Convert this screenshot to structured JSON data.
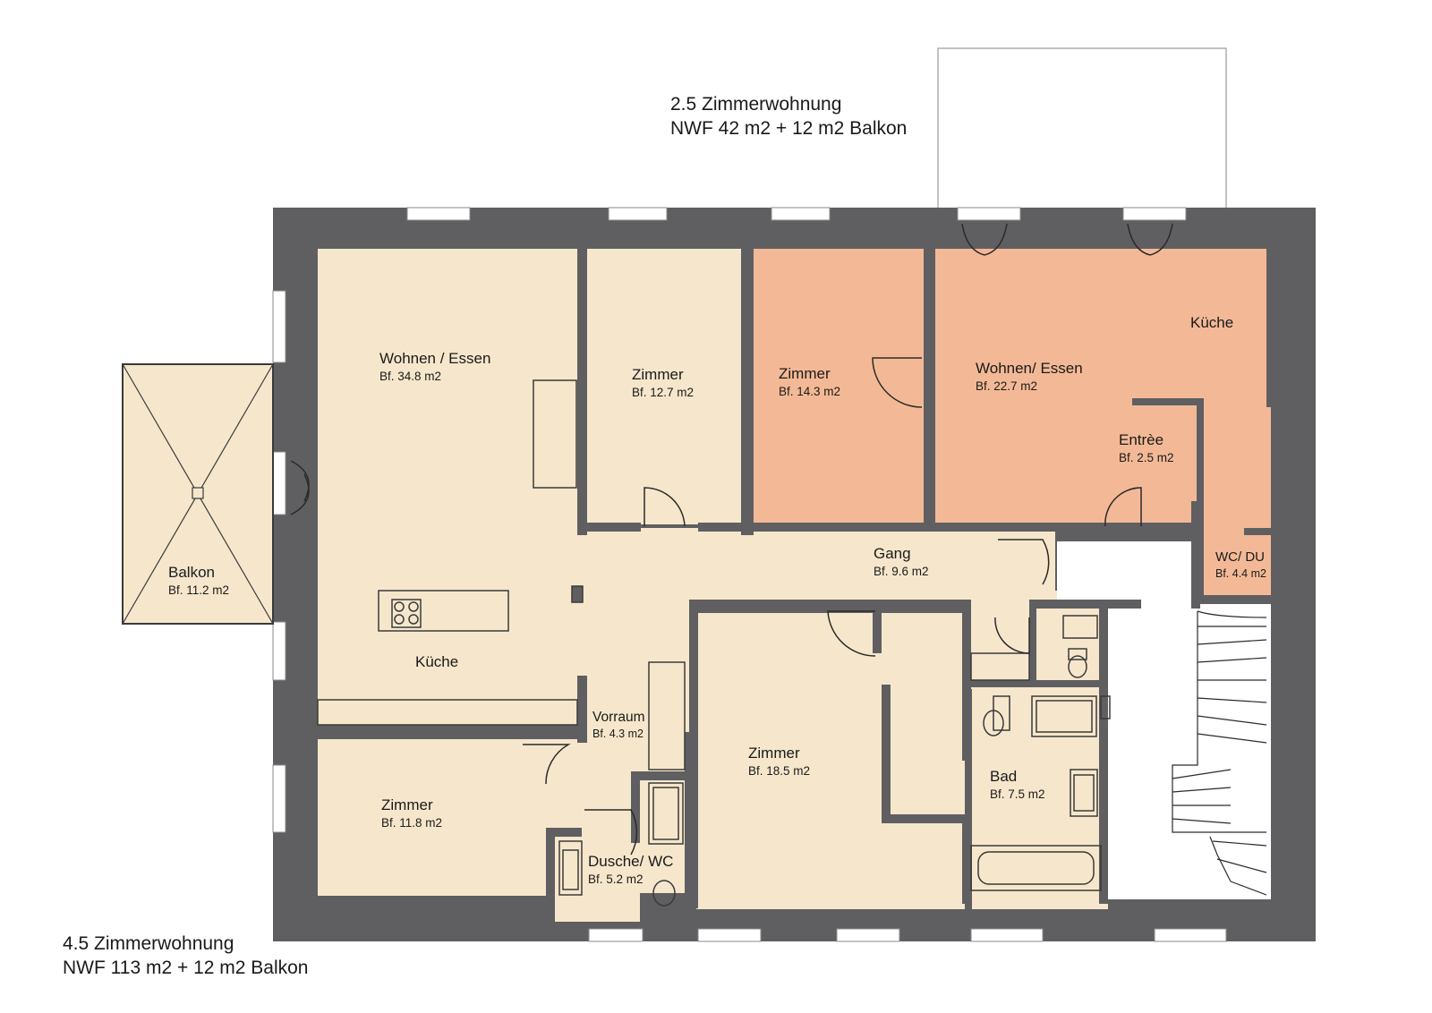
{
  "colors": {
    "wall": "#5f5f61",
    "unit_large": "#f6e7cc",
    "unit_small": "#f3b996",
    "stair": "#ffffff",
    "fixture_line": "#3a3a3a",
    "text": "#1a1a1a"
  },
  "units": {
    "small": {
      "title": "2.5 Zimmerwohnung",
      "area": "NWF 42 m2 + 12 m2 Balkon"
    },
    "large": {
      "title": "4.5 Zimmerwohnung",
      "area": "NWF 113 m2 + 12 m2 Balkon"
    }
  },
  "rooms": [
    {
      "id": "wohnen-essen-large",
      "name": "Wohnen / Essen",
      "area": "Bf. 34.8 m2",
      "unit": "large"
    },
    {
      "id": "zimmer-a",
      "name": "Zimmer",
      "area": "Bf. 12.7 m2",
      "unit": "large"
    },
    {
      "id": "zimmer-b",
      "name": "Zimmer",
      "area": "Bf. 14.3 m2",
      "unit": "small"
    },
    {
      "id": "wohnen-essen-small",
      "name": "Wohnen/ Essen",
      "area": "Bf. 22.7 m2",
      "unit": "small"
    },
    {
      "id": "kueche-small",
      "name": "Küche",
      "area": "",
      "unit": "small"
    },
    {
      "id": "entree",
      "name": "Entrèe",
      "area": "Bf. 2.5 m2",
      "unit": "small"
    },
    {
      "id": "wc-du",
      "name": "WC/ DU",
      "area": "Bf. 4.4 m2",
      "unit": "small"
    },
    {
      "id": "balkon",
      "name": "Balkon",
      "area": "Bf. 11.2 m2",
      "unit": "large"
    },
    {
      "id": "gang",
      "name": "Gang",
      "area": "Bf. 9.6 m2",
      "unit": "large"
    },
    {
      "id": "kueche-large",
      "name": "Küche",
      "area": "",
      "unit": "large"
    },
    {
      "id": "vorraum",
      "name": "Vorraum",
      "area": "Bf. 4.3 m2",
      "unit": "large"
    },
    {
      "id": "zimmer-c",
      "name": "Zimmer",
      "area": "Bf. 18.5 m2",
      "unit": "large"
    },
    {
      "id": "bad",
      "name": "Bad",
      "area": "Bf. 7.5 m2",
      "unit": "large"
    },
    {
      "id": "zimmer-d",
      "name": "Zimmer",
      "area": "Bf. 11.8 m2",
      "unit": "large"
    },
    {
      "id": "dusche-wc",
      "name": "Dusche/ WC",
      "area": "Bf. 5.2 m2",
      "unit": "large"
    }
  ]
}
